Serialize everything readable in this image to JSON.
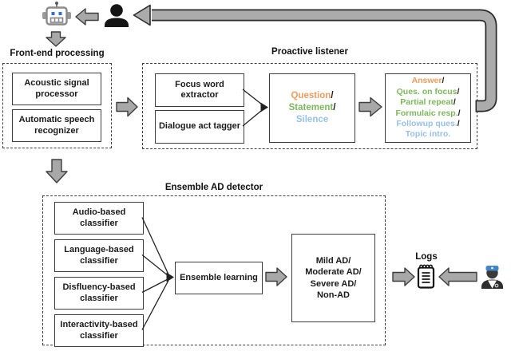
{
  "colors": {
    "orange": "#ED9C5E",
    "green": "#7CB85C",
    "blue": "#96C0E8",
    "arrow-gray": "#A8A8A8",
    "arrow-outline": "#3D3D3D"
  },
  "top_flow": {
    "robot_icon": "robot",
    "user_icon": "user"
  },
  "front_end": {
    "title": "Front-end processing",
    "modules": [
      {
        "label": "Acoustic signal processor"
      },
      {
        "label": "Automatic speech recognizer"
      }
    ]
  },
  "proactive": {
    "title": "Proactive listener",
    "modules": [
      {
        "label": "Focus word extractor"
      },
      {
        "label": "Dialogue act tagger"
      }
    ],
    "dialogue_states": {
      "lines": [
        {
          "text": "Question",
          "slash": "/",
          "color": "orange"
        },
        {
          "text": "Statement",
          "slash": "/",
          "color": "green"
        },
        {
          "text": "Silence",
          "slash": "",
          "color": "blue"
        }
      ]
    },
    "response_types": {
      "lines": [
        {
          "text": "Answer",
          "slash": "/",
          "color": "orange"
        },
        {
          "text": "Ques. on focus",
          "slash": "/",
          "color": "green"
        },
        {
          "text": "Partial repeat",
          "slash": "/",
          "color": "green"
        },
        {
          "text": "Formulaic resp.",
          "slash": "/",
          "color": "green"
        },
        {
          "text": "Followup ques.",
          "slash": "/",
          "color": "blue"
        },
        {
          "text": "Topic intro.",
          "slash": "",
          "color": "blue"
        }
      ]
    }
  },
  "ensemble": {
    "title": "Ensemble AD detector",
    "classifiers": [
      {
        "label": "Audio-based classifier"
      },
      {
        "label": "Language-based classifier"
      },
      {
        "label": "Disfluency-based classifier"
      },
      {
        "label": "Interactivity-based classifier"
      }
    ],
    "learner": {
      "label": "Ensemble learning"
    },
    "output": {
      "lines": [
        "Mild AD/",
        "Moderate AD/",
        "Severe AD/",
        "Non-AD"
      ]
    }
  },
  "logs": {
    "label": "Logs",
    "icon": "notepad",
    "clinician_icon": "clinician"
  }
}
